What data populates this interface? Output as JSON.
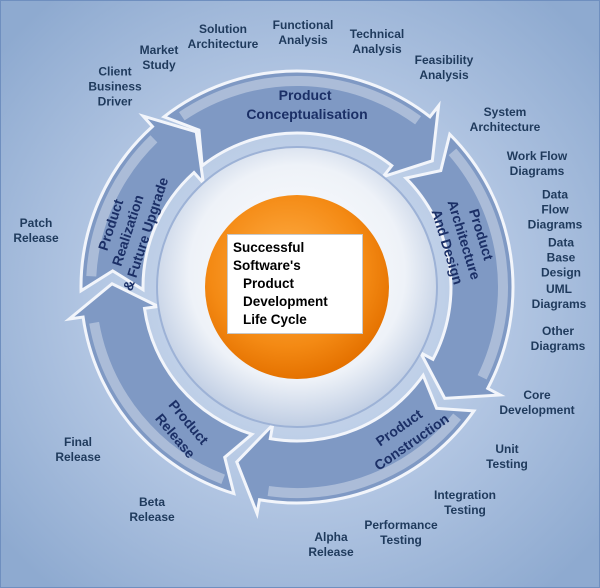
{
  "center": {
    "line1": "Successful",
    "line2": "Software's",
    "line3": "Product",
    "line4": "Development",
    "line5": "Life Cycle"
  },
  "phases": {
    "conceptualisation": [
      "Product",
      "Conceptualisation"
    ],
    "architecture": [
      "Product",
      "Architecture",
      "And Design"
    ],
    "construction": [
      "Product",
      "Construction"
    ],
    "release": [
      "Product",
      "Release"
    ],
    "realization": [
      "Product",
      "Realization",
      "& Future Upgrade"
    ]
  },
  "steps": {
    "client_business_driver": "Client\nBusiness\nDriver",
    "market_study": "Market\nStudy",
    "solution_architecture": "Solution\nArchitecture",
    "functional_analysis": "Functional\nAnalysis",
    "technical_analysis": "Technical\nAnalysis",
    "feasibility_analysis": "Feasibility\nAnalysis",
    "system_architecture": "System\nArchitecture",
    "work_flow_diagrams": "Work Flow\nDiagrams",
    "data_flow_diagrams": "Data Flow\nDiagrams",
    "data_base_design": "Data Base\nDesign",
    "uml_diagrams": "UML\nDiagrams",
    "other_diagrams": "Other\nDiagrams",
    "core_development": "Core\nDevelopment",
    "unit_testing": "Unit\nTesting",
    "integration_testing": "Integration\nTesting",
    "performance_testing": "Performance\nTesting",
    "alpha_release": "Alpha\nRelease",
    "beta_release": "Beta\nRelease",
    "final_release": "Final\nRelease",
    "patch_release": "Patch\nRelease"
  },
  "colors": {
    "background": "#8eaad0",
    "arrow": "#7f99c4",
    "arrow_light": "#f2f5fb",
    "center_orange": "#f08a1c",
    "text": "#1f3a5c"
  }
}
